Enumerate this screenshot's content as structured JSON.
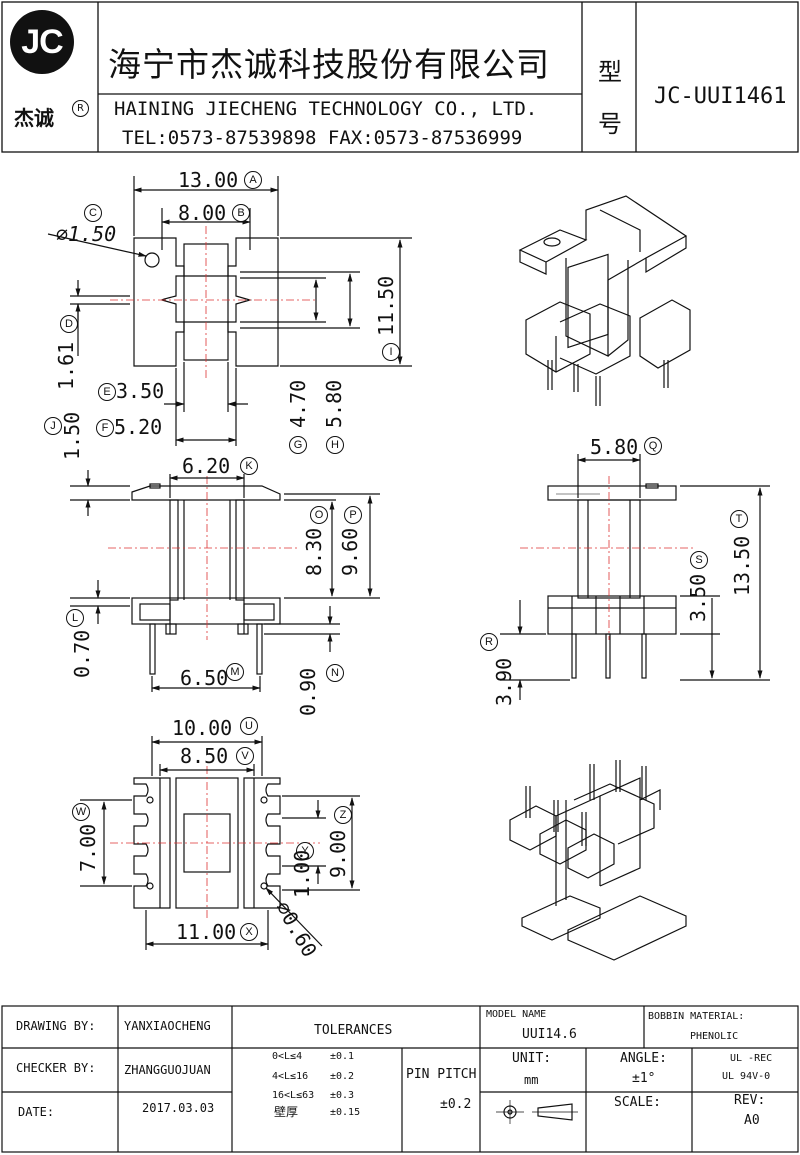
{
  "header": {
    "logo_text": "JC",
    "logo_cn": "杰诚",
    "logo_reg": "R",
    "company_cn": "海宁市杰诚科技股份有限公司",
    "company_en": "HAINING JIECHENG TECHNOLOGY CO., LTD.",
    "company_contact": "TEL:0573-87539898  FAX:0573-87536999",
    "type_label_1": "型",
    "type_label_2": "号",
    "model_no": "JC-UUI1461"
  },
  "dims": {
    "A": {
      "value": "13.00",
      "tag": "A"
    },
    "B": {
      "value": "8.00",
      "tag": "B"
    },
    "C": {
      "value": "⌀1.50",
      "tag": "C"
    },
    "D": {
      "value": "1.61",
      "tag": "D"
    },
    "E": {
      "value": "3.50",
      "tag": "E"
    },
    "F": {
      "value": "5.20",
      "tag": "F"
    },
    "G": {
      "value": "4.70",
      "tag": "G"
    },
    "H": {
      "value": "5.80",
      "tag": "H"
    },
    "I": {
      "value": "11.50",
      "tag": "I"
    },
    "J": {
      "value": "1.50",
      "tag": "J"
    },
    "K": {
      "value": "6.20",
      "tag": "K"
    },
    "L": {
      "value": "0.70",
      "tag": "L"
    },
    "M": {
      "value": "6.50",
      "tag": "M"
    },
    "N": {
      "value": "0.90",
      "tag": "N"
    },
    "O": {
      "value": "8.30",
      "tag": "O"
    },
    "P": {
      "value": "9.60",
      "tag": "P"
    },
    "Q": {
      "value": "5.80",
      "tag": "Q"
    },
    "R": {
      "value": "3.90",
      "tag": "R"
    },
    "S": {
      "value": "3.50",
      "tag": "S"
    },
    "T": {
      "value": "13.50",
      "tag": "T"
    },
    "U": {
      "value": "10.00",
      "tag": "U"
    },
    "V": {
      "value": "8.50",
      "tag": "V"
    },
    "W": {
      "value": "7.00",
      "tag": "W"
    },
    "X": {
      "value": "11.00",
      "tag": "X"
    },
    "Y": {
      "value": "1.00",
      "tag": "Y"
    },
    "Z": {
      "value": "9.00",
      "tag": "Z"
    },
    "hole": {
      "value": "⌀0.60"
    }
  },
  "footer": {
    "drawing_label": "DRAWING  BY:",
    "drawing_value": "YANXIAOCHENG",
    "checker_label": "CHECKER  BY:",
    "checker_value": "ZHANGGUOJUAN",
    "date_label": "DATE:",
    "date_value": "2017.03.03",
    "tolerances_label": "TOLERANCES",
    "tol_rows": [
      {
        "range": "0<L≤4",
        "value": "±0.1"
      },
      {
        "range": "4<L≤16",
        "value": "±0.2"
      },
      {
        "range": "16<L≤63",
        "value": "±0.3"
      },
      {
        "range": "壁厚",
        "value": "±0.15"
      }
    ],
    "pin_pitch_label": "PIN PITCH",
    "pin_pitch_value": "±0.2",
    "model_name_label": "MODEL NAME",
    "model_name_value": "UUI14.6",
    "bobbin_label": "BOBBIN MATERIAL:",
    "bobbin_value": "PHENOLIC",
    "unit_label": "UNIT:",
    "unit_value": "mm",
    "angle_label": "ANGLE:",
    "angle_value": "±1°",
    "ul_1": "UL -REC",
    "ul_2": "UL  94V-0",
    "scale_label": "SCALE:",
    "rev_label": "REV:",
    "rev_value": "A0"
  }
}
